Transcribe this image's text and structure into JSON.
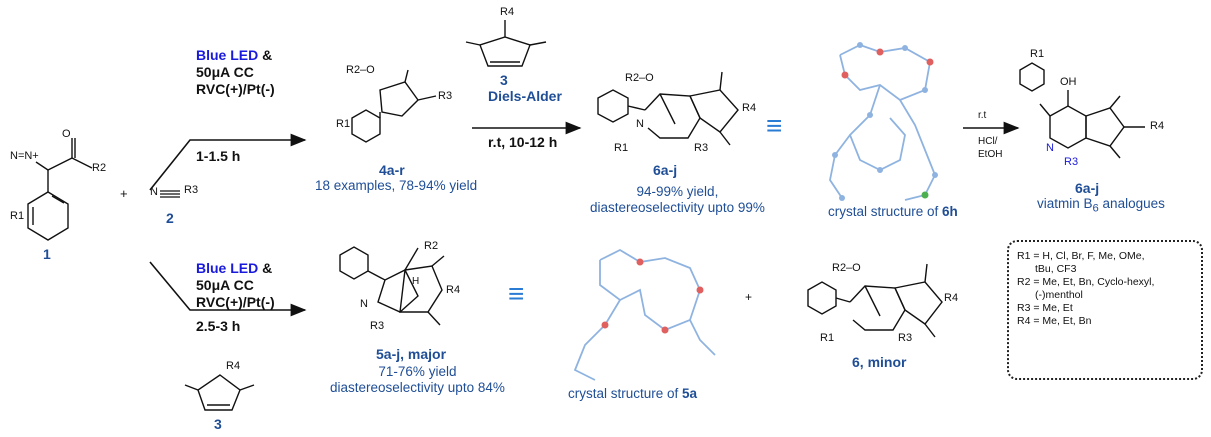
{
  "colors": {
    "accent_blue": "#1f4e96",
    "led_blue": "#1a1adc",
    "equiv_blue": "#2a7bd4",
    "crystal_blue": "#8fb3e0",
    "crystal_red": "#e06060"
  },
  "compound_1": {
    "label": "1",
    "ester": "O",
    "r2": "R2",
    "r1": "R1",
    "diazo": "N=N+"
  },
  "compound_2": {
    "label": "2",
    "nitrile_n": "N",
    "r3": "R3"
  },
  "plus_sign": "+",
  "top_route": {
    "led": "Blue LED",
    "amp": "&",
    "current": "50μA CC",
    "electrodes": "RVC(+)/Pt(-)",
    "time": "1-1.5 h"
  },
  "product_4": {
    "label": "4a-r",
    "caption": "18 examples, 78-94% yield",
    "o_r2": "R2–O",
    "r3": "R3",
    "r1": "R1"
  },
  "step_da": {
    "reagent_label": "3",
    "name": "Diels-Alder",
    "conditions": "r.t, 10-12 h",
    "r4": "R4"
  },
  "product_6": {
    "label": "6a-j",
    "caption_line1": "94-99% yield,",
    "caption_line2": "diastereoselectivity upto 99%",
    "o_r2": "R2–O",
    "r4": "R4",
    "r3": "R3",
    "r1": "R1",
    "n": "N"
  },
  "equiv_sign": "≡",
  "crystal_6h": {
    "caption": "crystal structure of",
    "compound": "6h"
  },
  "step_acid": {
    "temp": "r.t",
    "reagent": "HCl/",
    "solvent": "EtOH"
  },
  "product_b6": {
    "label": "6a-j",
    "caption_pre": "viatmin B",
    "caption_sub": "6",
    "caption_post": " analogues",
    "oh": "OH",
    "r1": "R1",
    "r3": "R3",
    "r4": "R4",
    "n": "N"
  },
  "bottom_route": {
    "led": "Blue LED",
    "amp": "&",
    "current": "50μA CC",
    "electrodes": "RVC(+)/Pt(-)",
    "time": "2.5-3 h",
    "reagent_label": "3",
    "r4": "R4"
  },
  "product_5": {
    "label": "5a-j, major",
    "caption_line1": "71-76% yield",
    "caption_line2": "diastereoselectivity  upto 84%",
    "r2": "R2",
    "r3": "R3",
    "r4": "R4",
    "h": "H",
    "n": "N"
  },
  "crystal_5a": {
    "caption": "crystal structure of",
    "compound": "5a"
  },
  "product_6_minor": {
    "label": "6, minor",
    "o_r2": "R2–O",
    "r4": "R4",
    "r3": "R3",
    "r1": "R1"
  },
  "legend": {
    "r1": "R1 = H, Cl, Br, F, Me, OMe,",
    "r1b": "tBu, CF3",
    "r2": "R2 = Me, Et, Bn, Cyclo-hexyl,",
    "r2b": "(-)menthol",
    "r3": "R3 = Me, Et",
    "r4": "R4 = Me, Et, Bn"
  }
}
